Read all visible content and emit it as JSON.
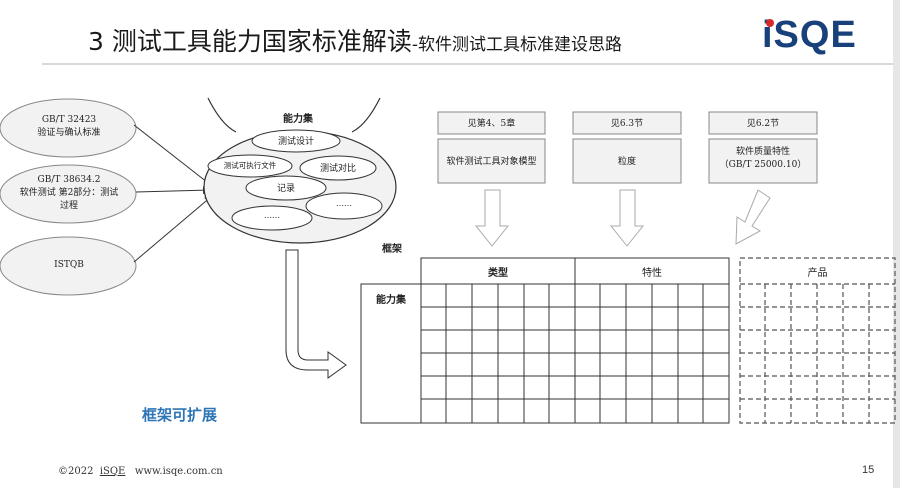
{
  "title": {
    "main": "3 测试工具能力国家标准解读",
    "sub": "-软件测试工具标准建设思路"
  },
  "logo": {
    "text": "iSQE"
  },
  "left_ovals": [
    {
      "line1": "GB/T 32423",
      "line2": "验证与确认标准"
    },
    {
      "line1": "GB/T 38634.2",
      "line2": "软件测试 第2部分：测试",
      "line3": "过程"
    },
    {
      "line1": "ISTQB"
    }
  ],
  "capability_set": {
    "title": "能力集",
    "items": [
      "测试设计",
      "测试可执行文件",
      "测试对比",
      "记录",
      "……",
      "……"
    ]
  },
  "refs": [
    {
      "tag": "见第4、5章",
      "box": "软件测试工具对象模型"
    },
    {
      "tag": "见6.3节",
      "box": "粒度"
    },
    {
      "tag": "见6.2节",
      "box": "软件质量特性",
      "box_line2": "（GB/T  25000.10）"
    }
  ],
  "framework": {
    "label": "框架",
    "row_header": "能力集",
    "col_groups": [
      "类型",
      "特性",
      "产品"
    ]
  },
  "extensible": "框架可扩展",
  "footer": {
    "copyright": "©2022",
    "brand": "iSQE",
    "url": "www.isqe.com.cn"
  },
  "page_number": "15",
  "colors": {
    "brand": "#18407a",
    "accent_red": "#d62828",
    "highlight": "#2e75b6"
  }
}
